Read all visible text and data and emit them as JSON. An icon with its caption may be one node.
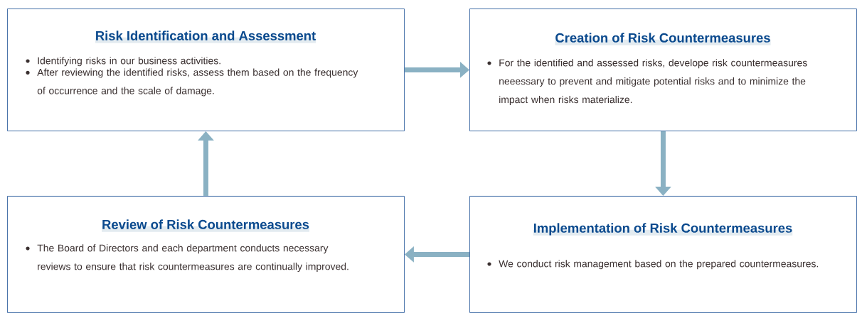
{
  "diagram": {
    "nodes": [
      {
        "text": [
          "Risk Identification and Assessment",
          "Identifying risks in our business activities.",
          "After reviewing the identified risks, assess them based on the frequency of occurrence and the scale of damage."
        ]
      },
      {
        "text": [
          "Creation of Risk Countermeasures",
          "For the identified and assessed risks, develope risk countermeasures neeessary to prevent and mitigate potential risks and to minimize the impact when risks materialize."
        ]
      },
      {
        "text": [
          "Review of Risk Countermeasures",
          "The Board of Directors and each department conducts necessary reviews to ensure that risk countermeasures are continually improved."
        ]
      },
      {
        "text": [
          "Implementation of Risk Countermeasures",
          "We conduct risk management based on the prepared countermeasures."
        ]
      }
    ],
    "edges": [
      {
        "from": 0,
        "to": 1,
        "arrow": "to"
      },
      {
        "from": 1,
        "to": 3,
        "arrow": "to"
      },
      {
        "from": 3,
        "to": 2,
        "arrow": "to"
      },
      {
        "from": 2,
        "to": 0,
        "arrow": "to"
      }
    ]
  }
}
